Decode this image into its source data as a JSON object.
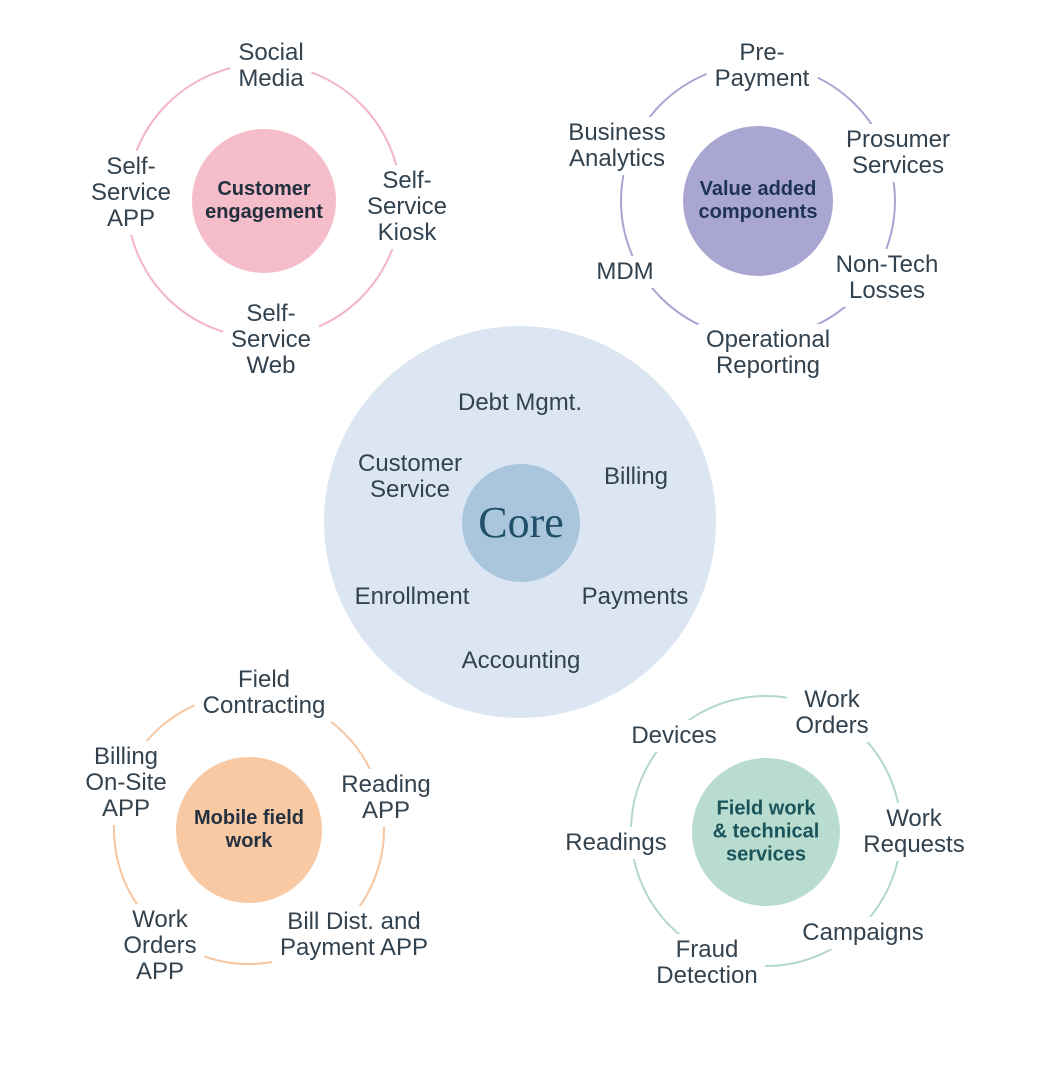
{
  "colors": {
    "background": "#ffffff",
    "label_text": "#33424f"
  },
  "core": {
    "label": "Core",
    "label_color": "#20506a",
    "outer_color": "#dce6f2",
    "inner_color": "#a9c6dd",
    "items": [
      "Debt Mgmt.",
      "Customer\nService",
      "Billing",
      "Enrollment",
      "Payments",
      "Accounting"
    ]
  },
  "clusters": [
    {
      "id": "customer-engagement",
      "title": "Customer\nengagement",
      "title_color": "#222f3f",
      "fill": "#f5bcc9",
      "ring": "#f4b4c4",
      "satellites": [
        "Social\nMedia",
        "Self-\nService\nAPP",
        "Self-\nService\nKiosk",
        "Self-\nService\nWeb"
      ]
    },
    {
      "id": "value-added-components",
      "title": "Value added\ncomponents",
      "title_color": "#1f3356",
      "fill": "#a9a7d2",
      "ring": "#a9a5d2",
      "satellites": [
        "Pre-\nPayment",
        "Business\nAnalytics",
        "Prosumer\nServices",
        "MDM",
        "Non-Tech\nLosses",
        "Operational\nReporting"
      ]
    },
    {
      "id": "mobile-field-work",
      "title": "Mobile field\nwork",
      "title_color": "#243140",
      "fill": "#f9c9a3",
      "ring": "#f7c5a0",
      "satellites": [
        "Field\nContracting",
        "Billing\nOn-Site\nAPP",
        "Reading\nAPP",
        "Work\nOrders\nAPP",
        "Bill Dist. and\nPayment APP"
      ]
    },
    {
      "id": "field-work-technical-services",
      "title": "Field work\n& technical\nservices",
      "title_color": "#1a545b",
      "fill": "#b9dcd0",
      "ring": "#b3d8ca",
      "satellites": [
        "Work\nOrders",
        "Devices",
        "Work\nRequests",
        "Readings",
        "Fraud\nDetection",
        "Campaigns"
      ]
    }
  ]
}
